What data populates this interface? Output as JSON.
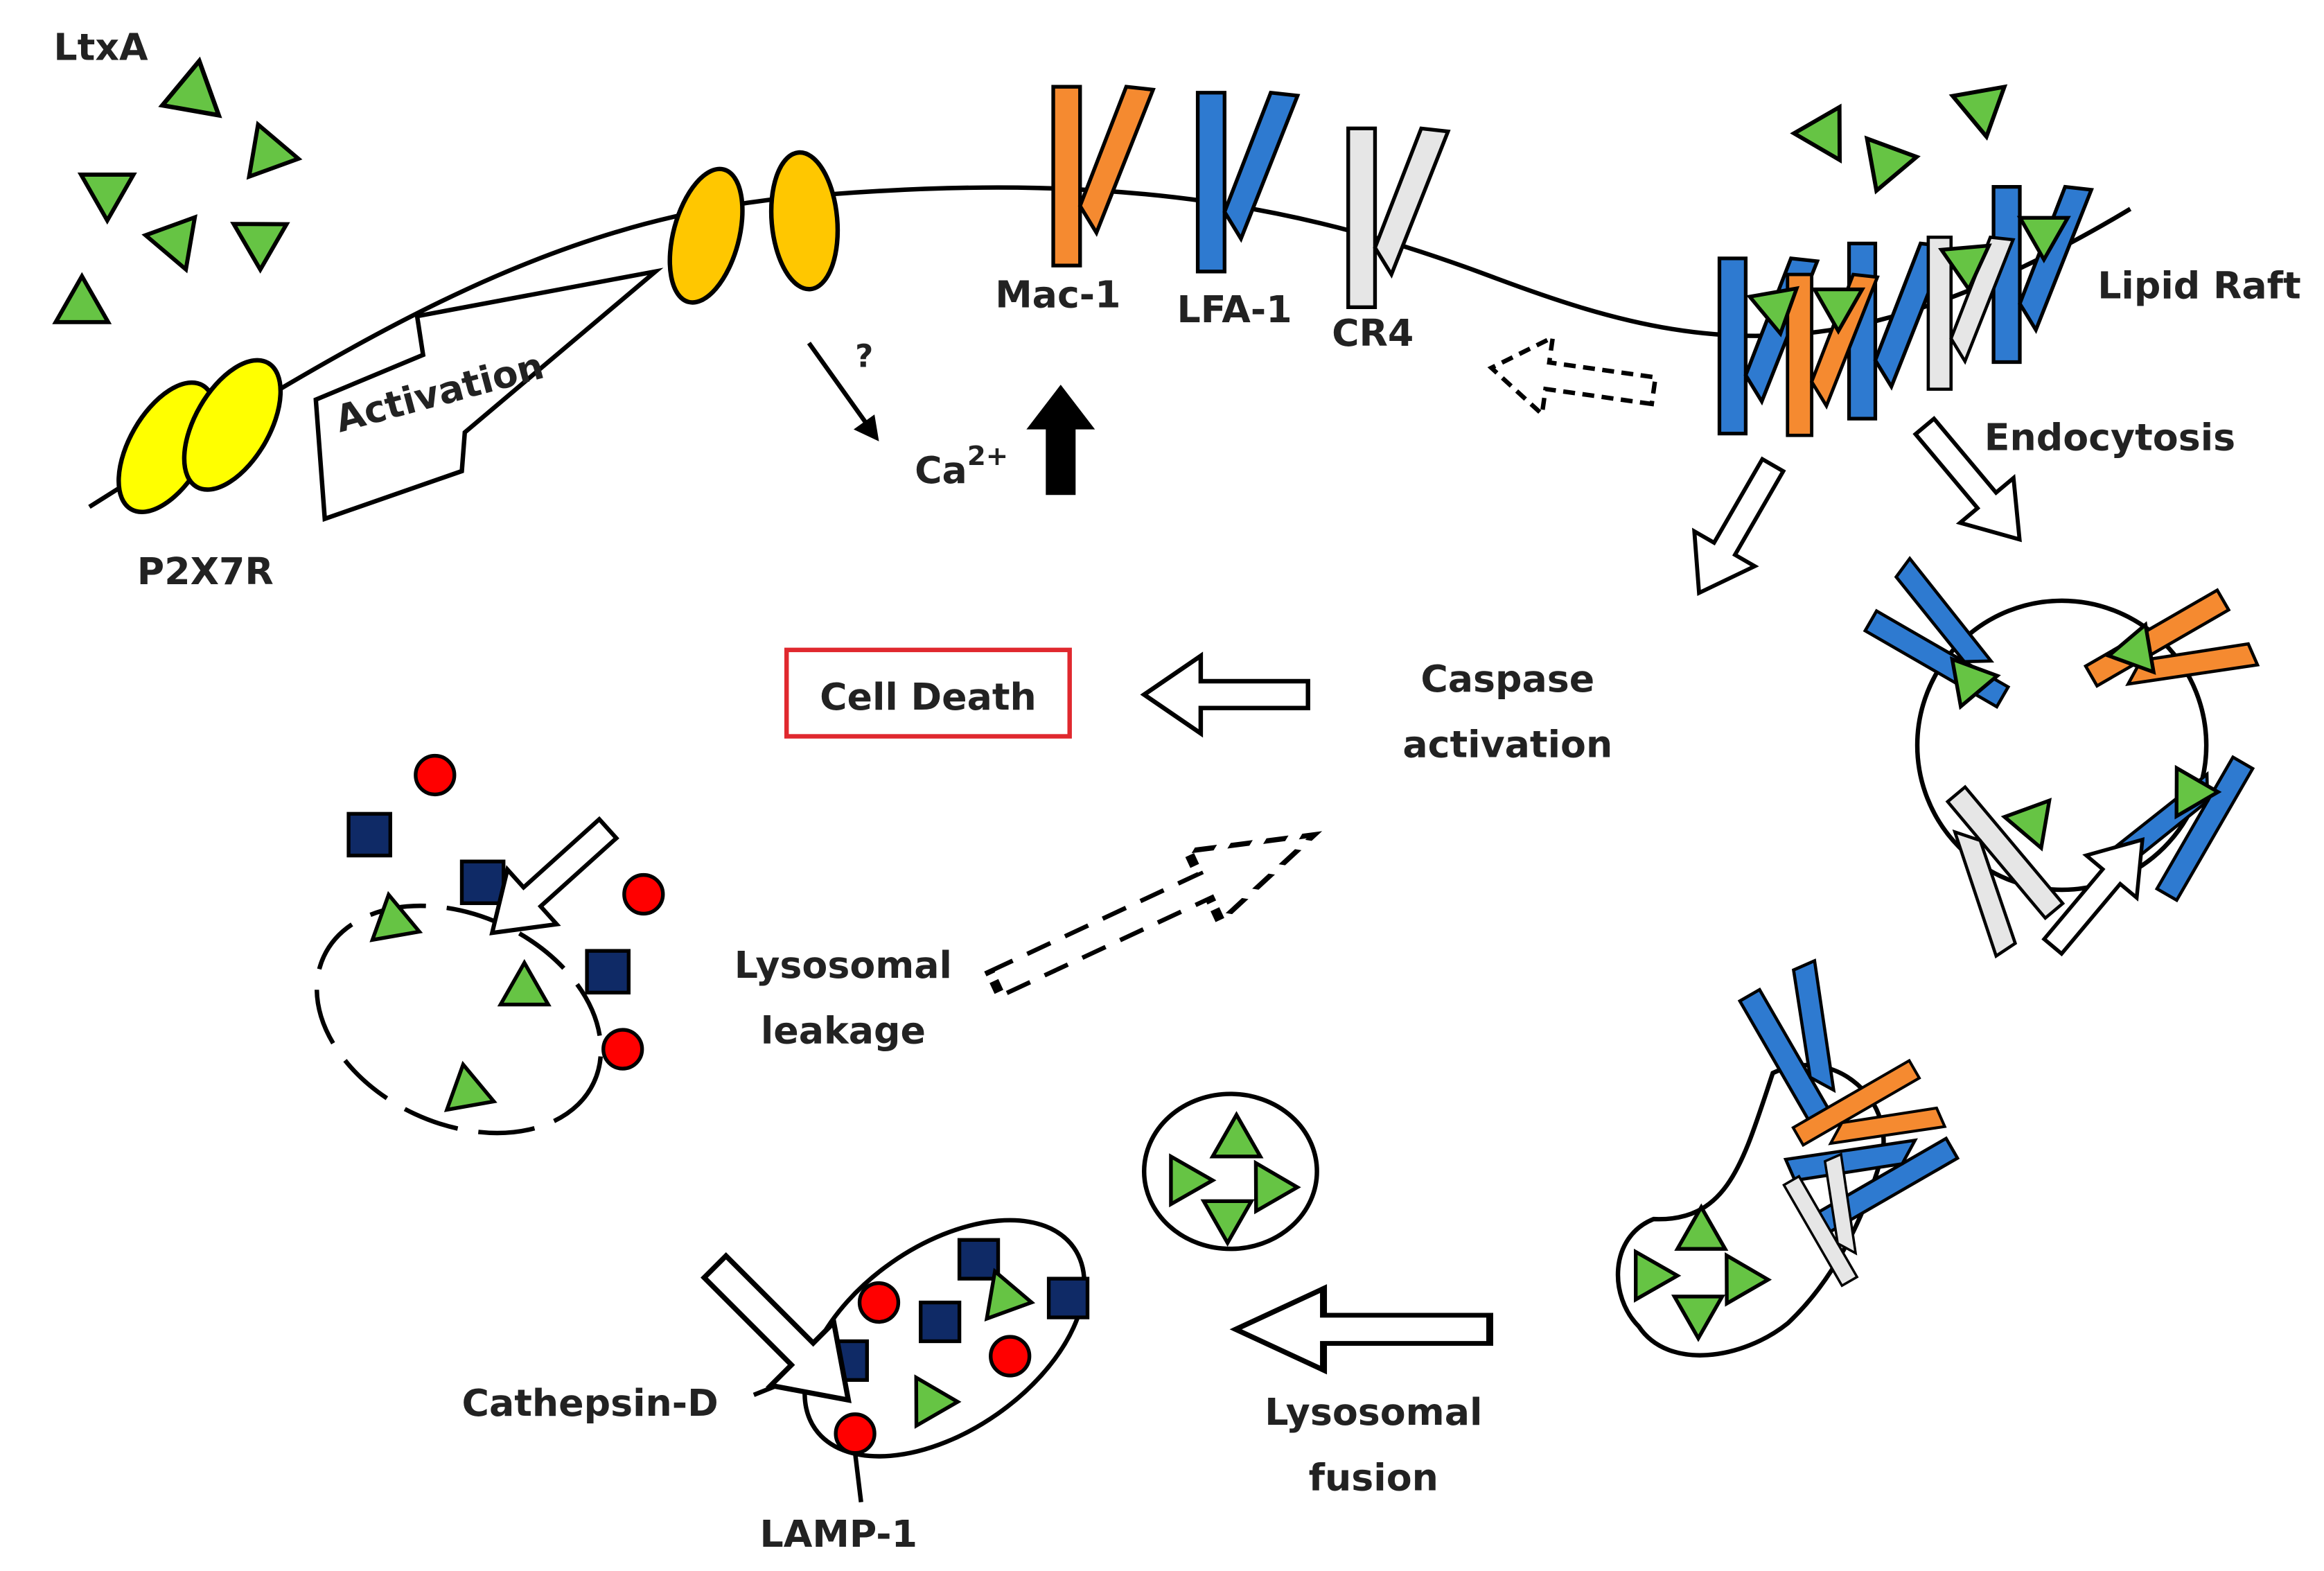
{
  "labels": {
    "ltxa": "LtxA",
    "p2x7r": "P2X7R",
    "activation": "Activation",
    "question": "?",
    "ca_base": "Ca",
    "ca_sup": "2+",
    "mac1": "Mac-1",
    "lfa1": "LFA-1",
    "cr4": "CR4",
    "lipid_raft": "Lipid Raft",
    "endocytosis": "Endocytosis",
    "caspase_1": "Caspase",
    "caspase_2": "activation",
    "cell_death": "Cell Death",
    "lys_leak_1": "Lysosomal",
    "lys_leak_2": "leakage",
    "lys_fusion_1": "Lysosomal",
    "lys_fusion_2": "fusion",
    "cathepsin": "Cathepsin-D",
    "lamp1": "LAMP-1"
  },
  "colors": {
    "green": "#66c444",
    "orange": "#f58a30",
    "blue": "#2e7ad0",
    "grey": "#e6e6e6",
    "yellow": "#ffff00",
    "gold": "#ffc700",
    "red": "#ff0000",
    "navy": "#0f2a66",
    "death_box": "#e0282e"
  }
}
